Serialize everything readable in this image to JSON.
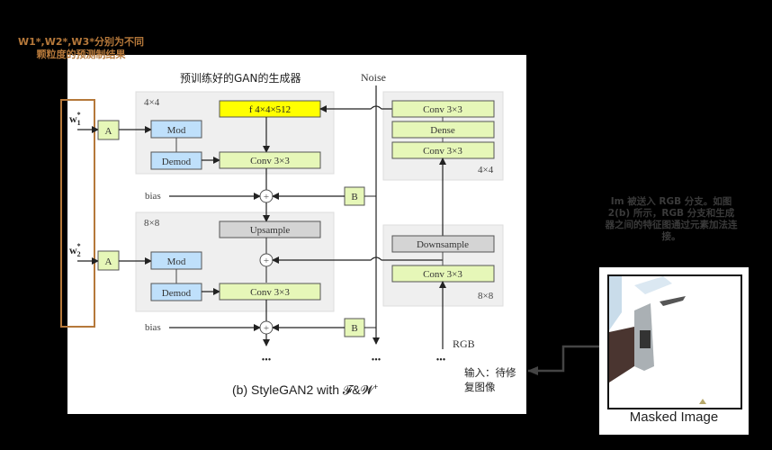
{
  "annotations": {
    "left_note": "W1*,W2*,W3*分别为不同颗粒度的预测制结果",
    "generator_title": "预训练好的GAN的生成器",
    "right_note": "Im 被送入 RGB 分支。如图 2(b) 所示，RGB 分支和生成器之间的特征图通过元素加法连接。",
    "input_label": "输入：待修复图像",
    "masked_image_caption": "Masked Image",
    "figure_caption": "(b) StyleGAN2 with 𝓕&𝓦⁺"
  },
  "colors": {
    "annotation_orange": "#b5783a",
    "const_yellow": "#ffff00",
    "conv_green": "#e6f7b8",
    "mod_blue": "#bfe0fb",
    "sample_gray": "#d4d4d4",
    "block_bg": "#efefef"
  },
  "diagram": {
    "noise_label": "Noise",
    "rgb_label": "RGB",
    "ellipsis": "•••",
    "latents": [
      {
        "label": "w",
        "sub": "1",
        "sup": "*"
      },
      {
        "label": "w",
        "sub": "2",
        "sup": "*"
      }
    ],
    "affine_label": "A",
    "noise_scale_label": "B",
    "bias_label": "bias",
    "add_symbol": "+",
    "generator_blocks": [
      {
        "resolution": "4×4",
        "const_label": "f  4×4×512",
        "mod_label": "Mod",
        "demod_label": "Demod",
        "conv_label": "Conv 3×3"
      },
      {
        "resolution": "8×8",
        "upsample_label": "Upsample",
        "mod_label": "Mod",
        "demod_label": "Demod",
        "conv_label": "Conv 3×3"
      }
    ],
    "encoder_blocks": [
      {
        "resolution": "4×4",
        "layers": [
          "Conv 3×3",
          "Dense",
          "Conv 3×3"
        ]
      },
      {
        "resolution": "8×8",
        "layers": [
          "Downsample",
          "Conv 3×3"
        ]
      }
    ]
  }
}
